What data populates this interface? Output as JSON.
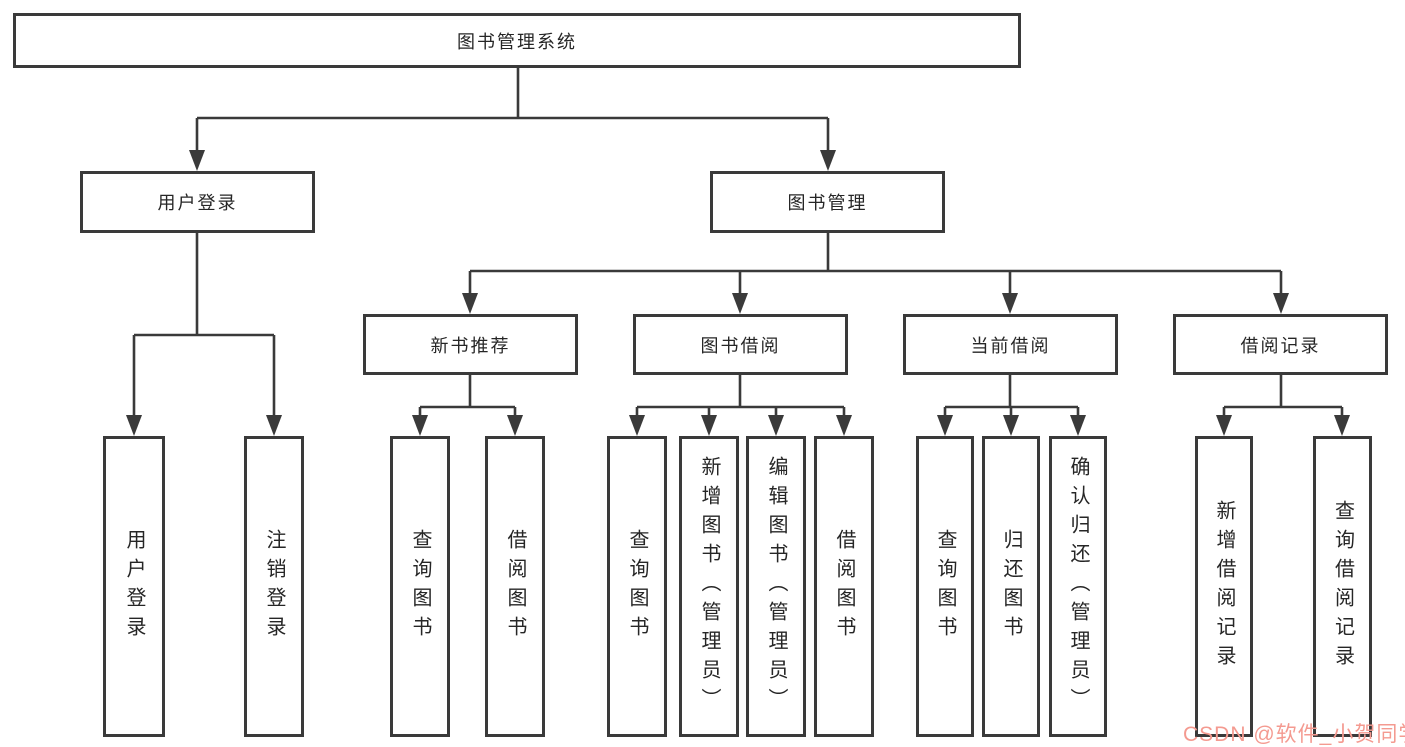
{
  "tree": {
    "root": {
      "label": "图书管理系统"
    },
    "level2": [
      {
        "label": "用户登录",
        "children": [
          "用户登录",
          "注销登录"
        ]
      },
      {
        "label": "图书管理"
      }
    ],
    "level3": [
      {
        "label": "新书推荐",
        "children": [
          "查询图书",
          "借阅图书"
        ]
      },
      {
        "label": "图书借阅",
        "children": [
          "查询图书",
          "新增图书（管理员）",
          "编辑图书（管理员）",
          "借阅图书"
        ]
      },
      {
        "label": "当前借阅",
        "children": [
          "查询图书",
          "归还图书",
          "确认归还（管理员）"
        ]
      },
      {
        "label": "借阅记录",
        "children": [
          "新增借阅记录",
          "查询借阅记录"
        ]
      }
    ]
  },
  "watermark": {
    "text": "CSDN @软件_小贺同学",
    "color": "#F49A90"
  },
  "colors": {
    "line": "#3a3a3a",
    "box_border": "#3a3a3a",
    "box_fill": "#ffffff",
    "text": "#262626",
    "background": "#ffffff"
  }
}
